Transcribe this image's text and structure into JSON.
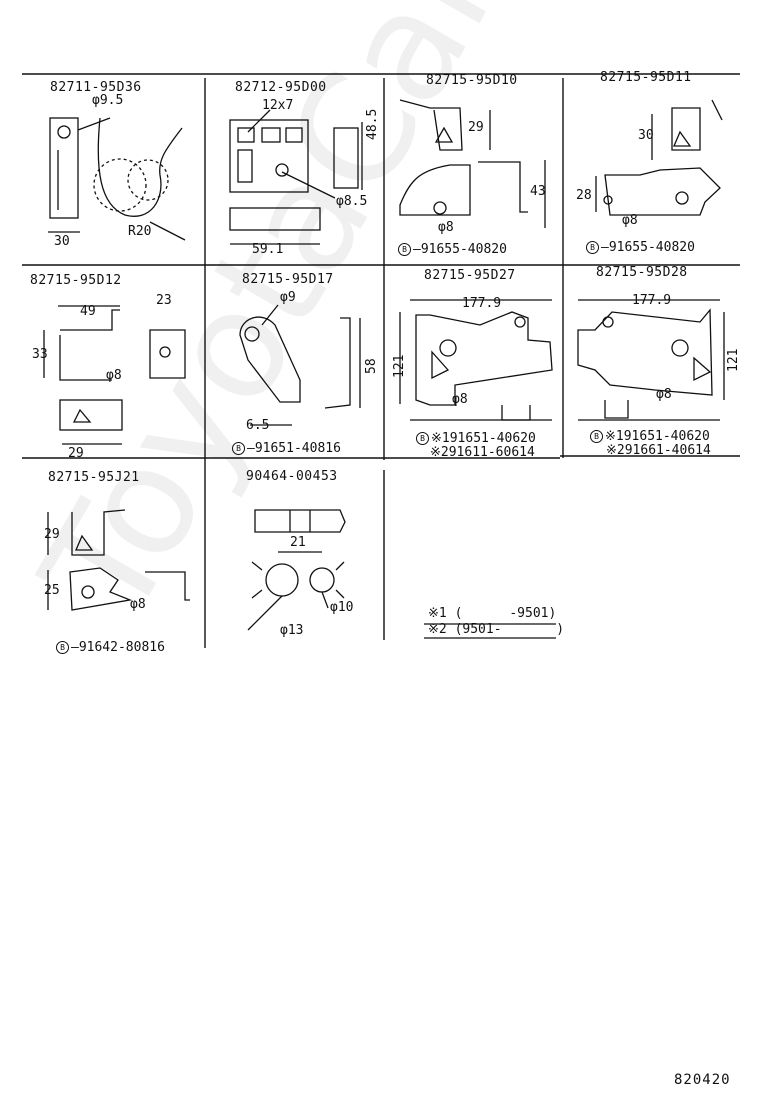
{
  "parts": [
    {
      "part_no": "82711-95D36",
      "dims": [
        "φ9.5",
        "30",
        "R20"
      ]
    },
    {
      "part_no": "82712-95D00",
      "dims": [
        "12x7",
        "48.5",
        "φ8.5",
        "59.1"
      ]
    },
    {
      "part_no": "82715-95D10",
      "dims": [
        "29",
        "43",
        "φ8"
      ],
      "bolt": "91655-40820"
    },
    {
      "part_no": "82715-95D11",
      "dims": [
        "30",
        "28",
        "φ8"
      ],
      "bolt": "91655-40820"
    },
    {
      "part_no": "82715-95D12",
      "dims": [
        "49",
        "23",
        "33",
        "φ8",
        "29"
      ]
    },
    {
      "part_no": "82715-95D17",
      "dims": [
        "φ9",
        "58",
        "6.5"
      ],
      "bolt": "91651-40816"
    },
    {
      "part_no": "82715-95D27",
      "dims": [
        "177.9",
        "121",
        "φ8"
      ],
      "bolt_1": "※191651-40620",
      "bolt_2": "※291611-60614"
    },
    {
      "part_no": "82715-95D28",
      "dims": [
        "177.9",
        "121",
        "φ8"
      ],
      "bolt_1": "※191651-40620",
      "bolt_2": "※291661-40614"
    },
    {
      "part_no": "82715-95J21",
      "dims": [
        "29",
        "25",
        "φ8"
      ],
      "bolt": "91642-80816"
    },
    {
      "part_no": "90464-00453",
      "dims": [
        "21",
        "φ10",
        "φ13"
      ]
    }
  ],
  "notes": [
    {
      "mark": "※1",
      "range": "(      -9501)"
    },
    {
      "mark": "※2",
      "range": "(9501-       )"
    }
  ],
  "bolt_symbol": "B",
  "footer_code": "820420",
  "watermark": "ToyotaCarInfo.ru"
}
